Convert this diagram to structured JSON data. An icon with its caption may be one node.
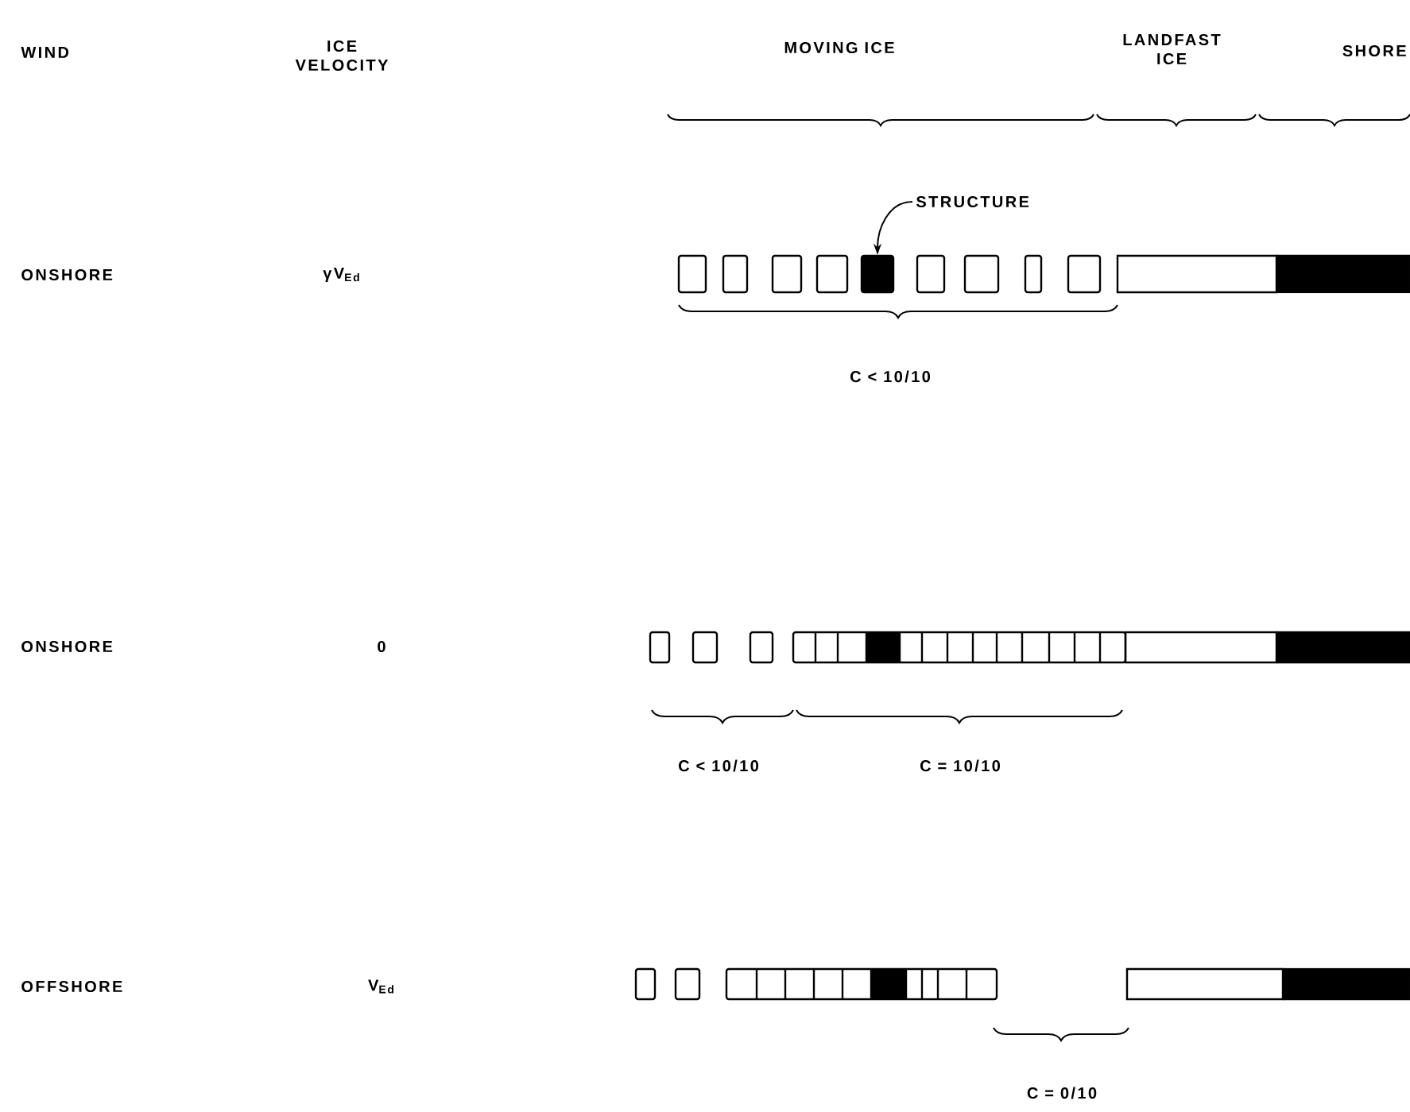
{
  "diagram": {
    "nodes": [
      {
        "text": [
          "STRUCTURE"
        ]
      },
      {
        "text": [],
        "shape": "box"
      }
    ],
    "edges": [
      {
        "from": 0,
        "to": 1,
        "arrow": "to"
      }
    ],
    "labels": [
      "WIND",
      "ICE VELOCITY",
      "MOVING ICE",
      "LANDFAST ICE",
      "SHORE",
      "ONSHORE",
      "γV$_{Ed}$",
      "C < 10/10",
      "ONSHORE",
      "0",
      "C < 10/10",
      "C = 10/10",
      "OFFSHORE",
      "V$_{Ed}$",
      "C = 0/10"
    ]
  }
}
